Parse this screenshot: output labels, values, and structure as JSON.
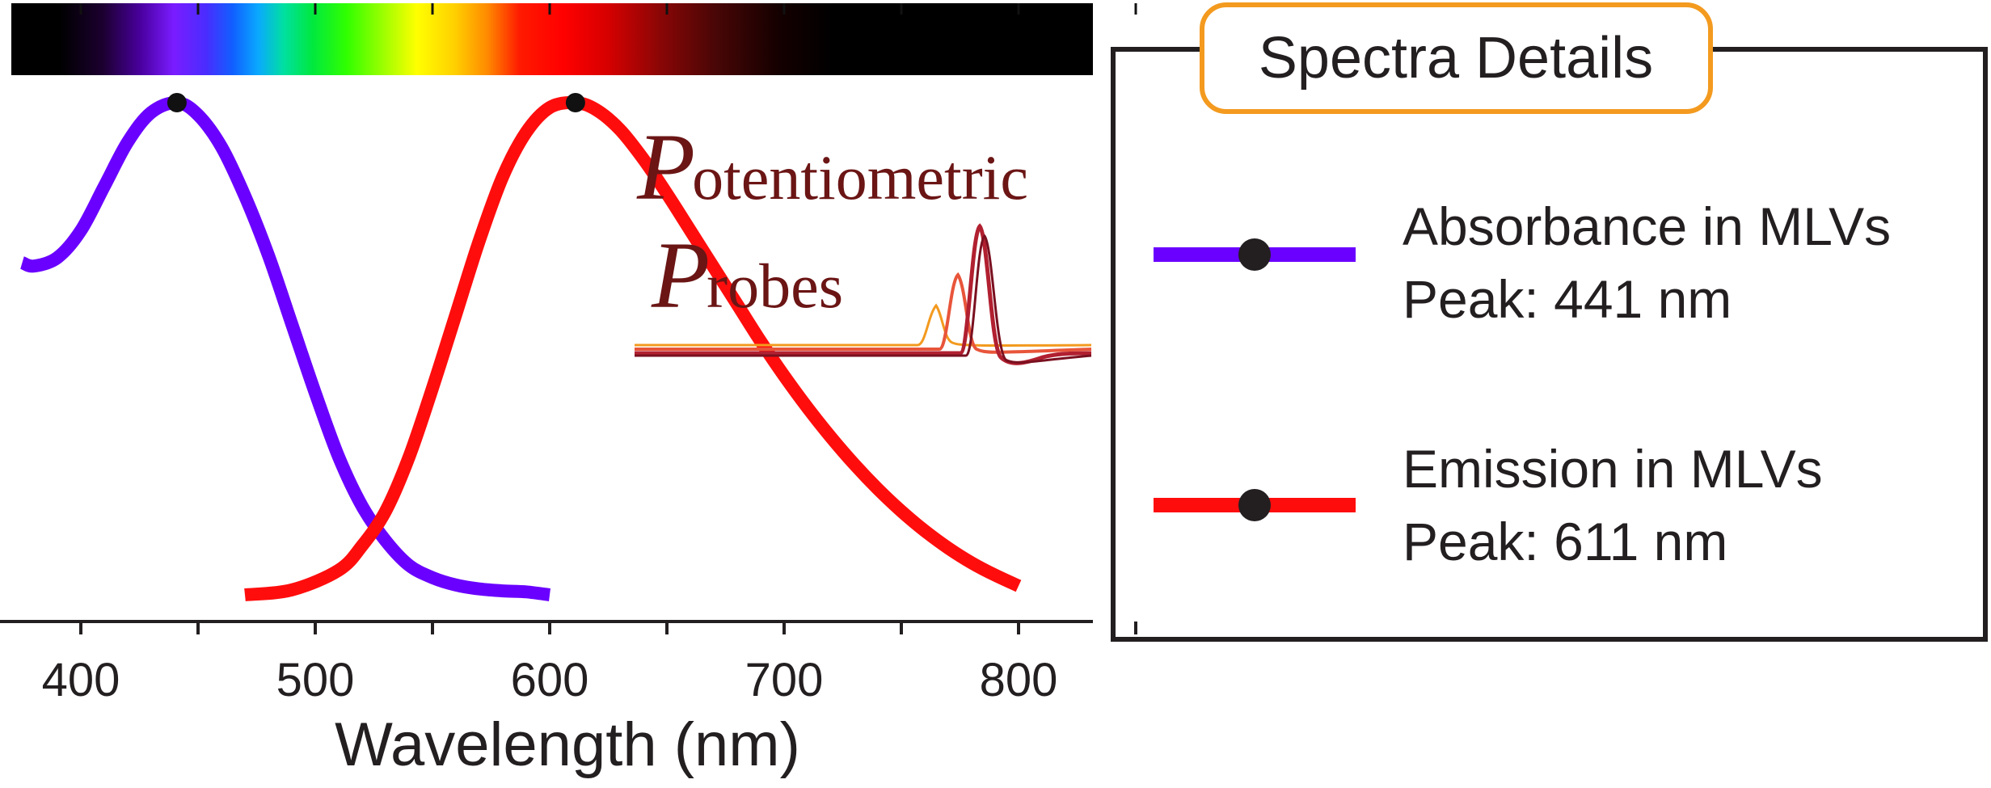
{
  "chart_data": {
    "type": "line",
    "xlabel": "Wavelength (nm)",
    "ylabel": "",
    "xlim": [
      365,
      895
    ],
    "ylim": [
      0,
      1
    ],
    "x_ticks_major": [
      400,
      500,
      600,
      700,
      800
    ],
    "x_ticks_minor": [
      450,
      550,
      650,
      750,
      850
    ],
    "grid": false,
    "legend_placement": "right",
    "spectrum_bar": true,
    "series": [
      {
        "name": "Absorbance in MLVs",
        "peak_label": "Peak: 441 nm",
        "peak": 441,
        "color": "#6a00ff",
        "x": [
          375,
          380,
          390,
          400,
          410,
          420,
          430,
          441,
          450,
          460,
          470,
          480,
          490,
          500,
          510,
          520,
          530,
          540,
          550,
          560,
          570,
          580,
          590,
          600
        ],
        "values": [
          0.675,
          0.668,
          0.685,
          0.74,
          0.83,
          0.92,
          0.98,
          1.0,
          0.975,
          0.91,
          0.81,
          0.69,
          0.55,
          0.41,
          0.28,
          0.18,
          0.11,
          0.06,
          0.035,
          0.02,
          0.012,
          0.008,
          0.006,
          0.0
        ]
      },
      {
        "name": "Emission in MLVs",
        "peak_label": "Peak: 611 nm",
        "peak": 611,
        "color": "#ff0d0d",
        "x": [
          470,
          490,
          510,
          520,
          530,
          540,
          550,
          560,
          570,
          580,
          590,
          600,
          611,
          620,
          630,
          640,
          650,
          660,
          670,
          680,
          690,
          700,
          710,
          720,
          730,
          740,
          750,
          760,
          770,
          780,
          790,
          800
        ],
        "values": [
          0.0,
          0.01,
          0.05,
          0.1,
          0.17,
          0.28,
          0.42,
          0.57,
          0.72,
          0.85,
          0.94,
          0.99,
          1.0,
          0.985,
          0.945,
          0.885,
          0.815,
          0.74,
          0.665,
          0.59,
          0.515,
          0.445,
          0.38,
          0.32,
          0.265,
          0.215,
          0.17,
          0.13,
          0.095,
          0.065,
          0.04,
          0.018
        ]
      }
    ]
  },
  "legend": {
    "title": "Spectra Details",
    "title_border_color": "#f39a1f",
    "box_border_color": "#231f20"
  },
  "logo": {
    "line1_initial": "P",
    "line1_rest": "otentiometric",
    "line2_initial": "P",
    "line2_rest": "robes",
    "color": "#6b1515"
  },
  "colors": {
    "axis": "#231f20",
    "peak_marker": "#111111"
  }
}
